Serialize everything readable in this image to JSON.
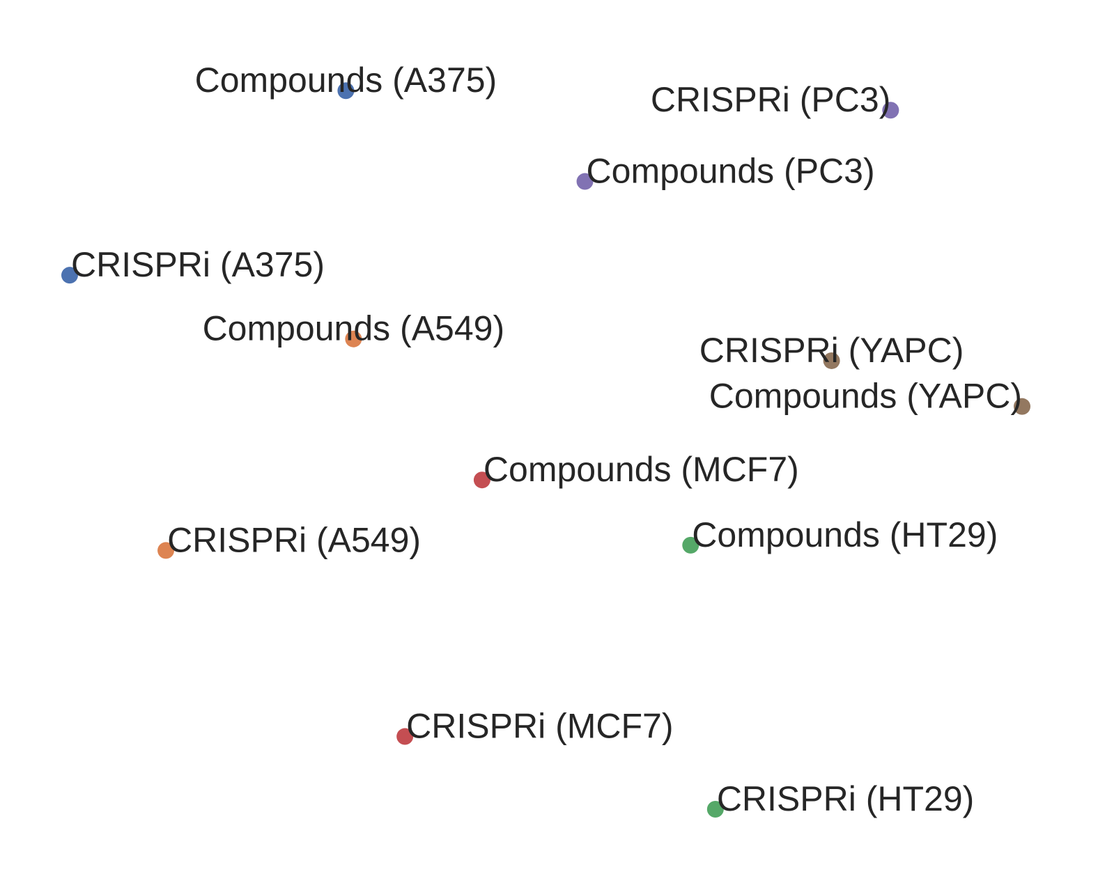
{
  "chart_data": {
    "type": "scatter",
    "title": "",
    "xlabel": "",
    "ylabel": "",
    "axes_visible": false,
    "grid": false,
    "legend": "none",
    "xlim": [
      0,
      1
    ],
    "ylim": [
      0,
      1
    ],
    "colors": {
      "A375": "#4c72b0",
      "A549": "#dd8452",
      "HT29": "#55a868",
      "MCF7": "#c44e52",
      "PC3": "#8172b3",
      "YAPC": "#937860"
    },
    "points": [
      {
        "label": "Compounds (A375)",
        "group": "A375",
        "x": 0.29,
        "y": 0.958,
        "label_pos": "center"
      },
      {
        "label": "CRISPRi (PC3)",
        "group": "PC3",
        "x": 0.862,
        "y": 0.932,
        "label_pos": "left"
      },
      {
        "label": "Compounds (PC3)",
        "group": "PC3",
        "x": 0.541,
        "y": 0.837,
        "label_pos": "right"
      },
      {
        "label": "CRISPRi (A375)",
        "group": "A375",
        "x": 0.0,
        "y": 0.712,
        "label_pos": "right"
      },
      {
        "label": "Compounds (A549)",
        "group": "A549",
        "x": 0.298,
        "y": 0.627,
        "label_pos": "center"
      },
      {
        "label": "CRISPRi (YAPC)",
        "group": "YAPC",
        "x": 0.8,
        "y": 0.598,
        "label_pos": "center"
      },
      {
        "label": "Compounds (YAPC)",
        "group": "YAPC",
        "x": 1.0,
        "y": 0.537,
        "label_pos": "left"
      },
      {
        "label": "Compounds (MCF7)",
        "group": "MCF7",
        "x": 0.433,
        "y": 0.439,
        "label_pos": "right"
      },
      {
        "label": "Compounds (HT29)",
        "group": "HT29",
        "x": 0.652,
        "y": 0.352,
        "label_pos": "right"
      },
      {
        "label": "CRISPRi (A549)",
        "group": "A549",
        "x": 0.101,
        "y": 0.345,
        "label_pos": "right"
      },
      {
        "label": "CRISPRi (MCF7)",
        "group": "MCF7",
        "x": 0.352,
        "y": 0.097,
        "label_pos": "right"
      },
      {
        "label": "CRISPRi (HT29)",
        "group": "HT29",
        "x": 0.678,
        "y": 0.0,
        "label_pos": "right"
      }
    ]
  }
}
